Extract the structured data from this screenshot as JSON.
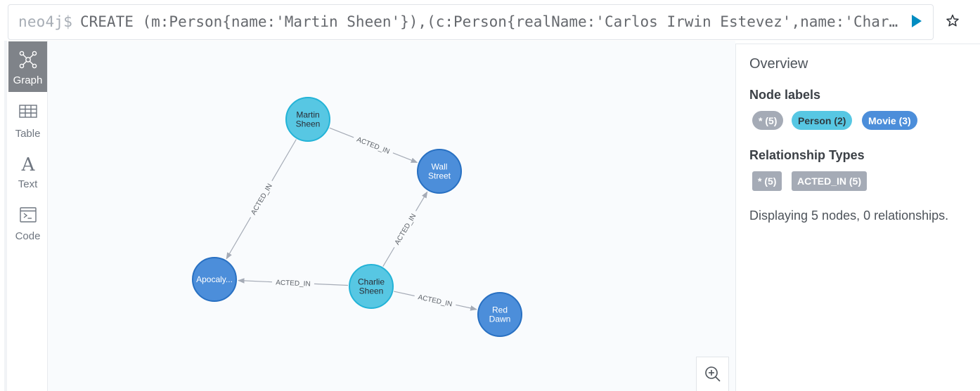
{
  "editor": {
    "prompt": "neo4j$",
    "query": "CREATE (m:Person{name:'Martin Sheen'}),(c:Person{realName:'Carlos Irwin Estevez',name:'Charlie Sheen'}),(w:Movie{title:'Wall Street'}),(a:Movie{title:'Apocalypse Now'}),(r:Movie{title:'Red Dawn'})"
  },
  "tools": [
    {
      "label": "Graph",
      "icon": "graph-icon",
      "active": true
    },
    {
      "label": "Table",
      "icon": "table-icon",
      "active": false
    },
    {
      "label": "Text",
      "icon": "text-icon",
      "active": false
    },
    {
      "label": "Code",
      "icon": "code-icon",
      "active": false
    }
  ],
  "graph": {
    "nodes": [
      {
        "id": "martin",
        "lines": [
          "Martin",
          "Sheen"
        ],
        "label": "Person",
        "color": "#57c7e3",
        "border": "#23b3d7",
        "text_color": "#2a2c34"
      },
      {
        "id": "wall",
        "lines": [
          "Wall",
          "Street"
        ],
        "label": "Movie",
        "color": "#4c8eda",
        "border": "#2870c2",
        "text_color": "#ffffff"
      },
      {
        "id": "apoc",
        "lines": [
          "Apocaly..."
        ],
        "label": "Movie",
        "color": "#4c8eda",
        "border": "#2870c2",
        "text_color": "#ffffff"
      },
      {
        "id": "charlie",
        "lines": [
          "Charlie",
          "Sheen"
        ],
        "label": "Person",
        "color": "#57c7e3",
        "border": "#23b3d7",
        "text_color": "#2a2c34"
      },
      {
        "id": "red",
        "lines": [
          "Red",
          "Dawn"
        ],
        "label": "Movie",
        "color": "#4c8eda",
        "border": "#2870c2",
        "text_color": "#ffffff"
      }
    ],
    "relationships": [
      {
        "from": "martin",
        "to": "wall",
        "type": "ACTED_IN"
      },
      {
        "from": "martin",
        "to": "apoc",
        "type": "ACTED_IN"
      },
      {
        "from": "charlie",
        "to": "wall",
        "type": "ACTED_IN"
      },
      {
        "from": "charlie",
        "to": "apoc",
        "type": "ACTED_IN"
      },
      {
        "from": "charlie",
        "to": "red",
        "type": "ACTED_IN"
      }
    ]
  },
  "overview": {
    "title": "Overview",
    "node_labels_heading": "Node labels",
    "node_labels": {
      "all": "* (5)",
      "person": "Person (2)",
      "movie": "Movie (3)"
    },
    "rel_types_heading": "Relationship Types",
    "rel_types": {
      "all": "* (5)",
      "acted_in": "ACTED_IN (5)"
    },
    "status": "Displaying 5 nodes, 0 relationships."
  },
  "colors": {
    "accent": "#008cc1",
    "person": "#57c7e3",
    "movie": "#4c8eda",
    "grey": "#a5abb6"
  }
}
